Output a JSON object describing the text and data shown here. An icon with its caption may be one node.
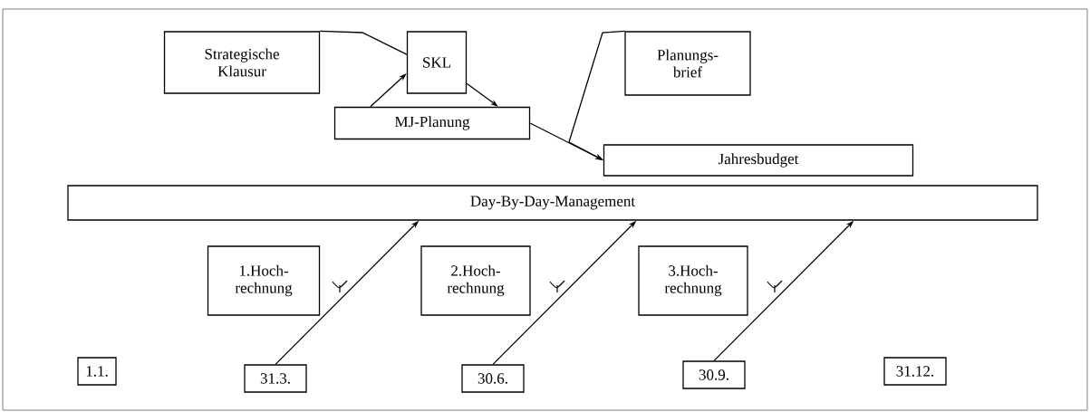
{
  "diagram": {
    "nodes": [
      {
        "text": [
          "Strategische Klausur"
        ]
      },
      {
        "text": [
          "SKL"
        ]
      },
      {
        "text": [
          "Planungs- brief"
        ]
      },
      {
        "text": [
          "MJ-Planung"
        ]
      },
      {
        "text": [
          "Jahresbudget"
        ]
      },
      {
        "text": [
          "Day-By-Day-Management"
        ]
      },
      {
        "text": [
          "1.Hoch- rechnung"
        ]
      },
      {
        "text": [
          "2.Hoch- rechnung"
        ]
      },
      {
        "text": [
          "3.Hoch- rechnung"
        ]
      },
      {
        "text": [
          "1.1."
        ]
      },
      {
        "text": [
          "31.3."
        ]
      },
      {
        "text": [
          "30.6."
        ]
      },
      {
        "text": [
          "30.9."
        ]
      },
      {
        "text": [
          "31.12."
        ]
      }
    ],
    "edges": [
      {
        "from": 0,
        "to": 1,
        "arrow": "none"
      },
      {
        "from": 3,
        "to": 1,
        "arrow": "to"
      },
      {
        "from": 1,
        "to": 3,
        "arrow": "to"
      },
      {
        "from": 3,
        "to": 4,
        "arrow": "to"
      },
      {
        "from": 2,
        "to": 4,
        "arrow": "to"
      },
      {
        "from": 10,
        "to": 5,
        "arrow": "to"
      },
      {
        "from": 11,
        "to": 5,
        "arrow": "to"
      },
      {
        "from": 12,
        "to": 5,
        "arrow": "to"
      }
    ]
  }
}
